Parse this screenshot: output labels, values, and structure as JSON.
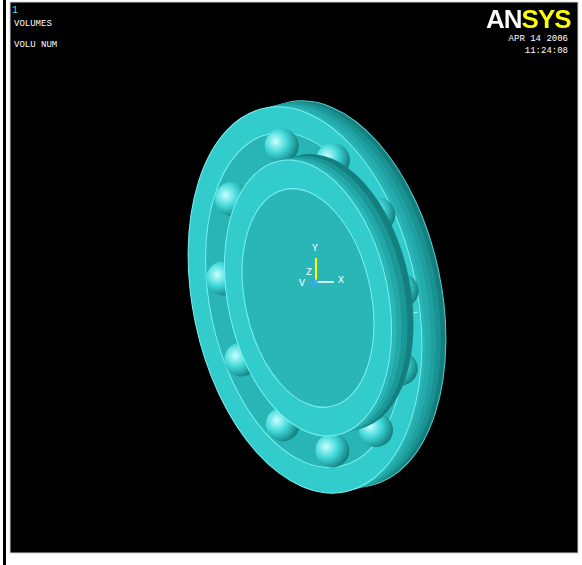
{
  "diagram": {
    "labels": [
      "1",
      "VOLUMES",
      "VOLU NUM",
      "ANSYS",
      "APR 14 2006",
      "11:24:08",
      "Y",
      "Z",
      "X",
      "V"
    ]
  }
}
